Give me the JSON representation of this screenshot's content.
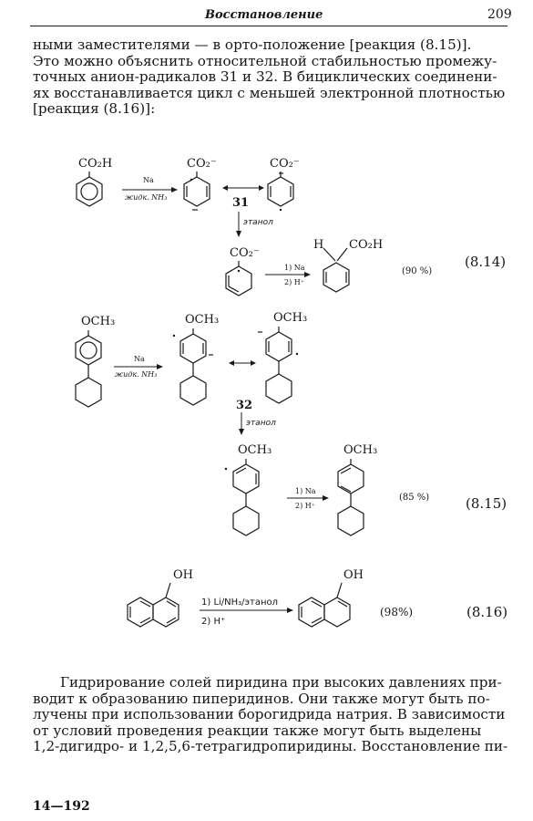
{
  "header": {
    "title": "Восстановление",
    "page_number": "209"
  },
  "paragraph_top": [
    "ными заместителями — в орто-положение [реакция (8.15)].",
    "Это можно объяснить относительной стабильностью промежу-",
    "точных анион-радикалов 31 и 32. В бициклических соединени-",
    "ях восстанавливается цикл с меньшей электронной плотностью",
    "[реакция (8.16)]:"
  ],
  "reaction_8_14": {
    "substituent_acid": "CO₂H",
    "substituent_anion": "CO₂⁻",
    "reagent_top": "Na",
    "reagent_bottom": "жидк. NH₃",
    "intermediate_label": "31",
    "solvent": "этанол",
    "step_1": "1) Na",
    "step_2": "2) H⁺",
    "product_h": "H",
    "product_substituent": "CO₂H",
    "yield": "(90 %)",
    "number": "(8.14)"
  },
  "reaction_8_15": {
    "substituent": "OCH₃",
    "reagent_top": "Na",
    "reagent_bottom": "жидк. NH₃",
    "intermediate_label": "32",
    "solvent": "этанол",
    "step_1": "1) Na",
    "step_2": "2) H⁺",
    "yield": "(85 %)",
    "number": "(8.15)"
  },
  "reaction_8_16": {
    "substituent": "OH",
    "step_1": "1) Li/NH₃/этанол",
    "step_2": "2) H⁺",
    "yield": "(98%)",
    "number": "(8.16)"
  },
  "paragraph_bottom": [
    "Гидрирование солей пиридина при высоких давлениях при-",
    "водит к образованию пиперидинов. Они также могут быть по-",
    "лучены при использовании борогидрида натрия. В зависимости",
    "от условий проведения реакции также могут быть выделены",
    "1,2-дигидро- и 1,2,5,6-тетрагидропиридины. Восстановление пи-"
  ],
  "footer": {
    "signature": "14—192"
  }
}
